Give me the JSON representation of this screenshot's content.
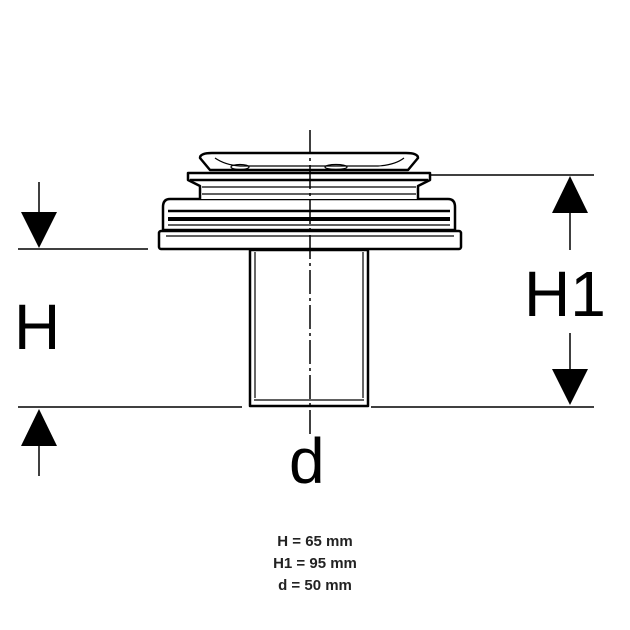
{
  "labels": {
    "height_short": "H",
    "height_total": "H1",
    "diameter": "d"
  },
  "specs": [
    "H = 65 mm",
    "H1 = 95 mm",
    "d = 50 mm"
  ],
  "colors": {
    "line": "#000000",
    "spec_text": "#222222",
    "background": "#ffffff"
  }
}
